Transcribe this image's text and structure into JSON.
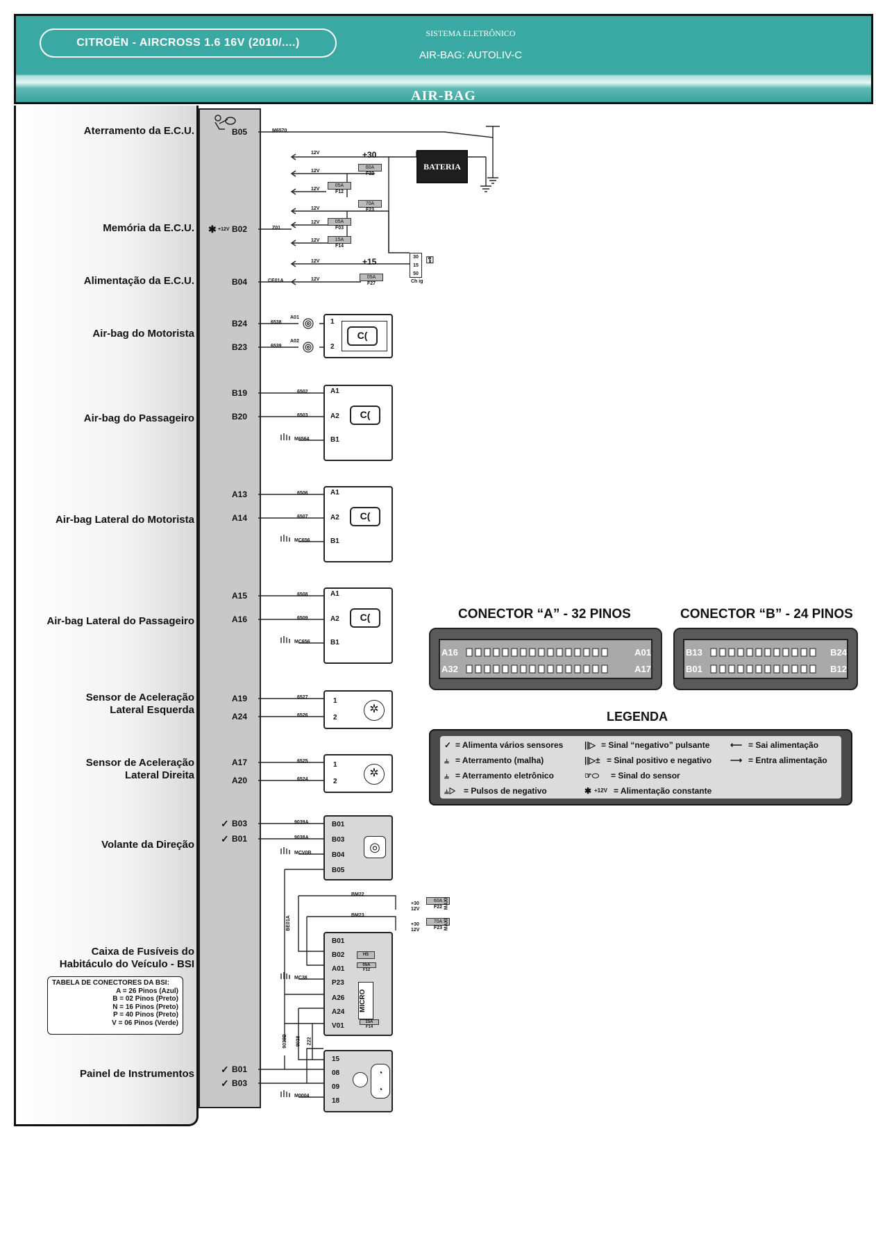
{
  "header": {
    "vehicle": "CITROËN - AIRCROSS   1.6 16V (2010/....)",
    "system": "SISTEMA ELETRÔNICO",
    "module": "AIR-BAG: AUTOLIV-C",
    "section": "AIR-BAG"
  },
  "groups": {
    "ground": "Aterramento da E.C.U.",
    "memory": "Memória da E.C.U.",
    "supply": "Alimentação da E.C.U.",
    "driver": "Air-bag do Motorista",
    "passenger": "Air-bag do Passageiro",
    "side_driver": "Air-bag Lateral do Motorista",
    "side_passenger": "Air-bag Lateral do Passageiro",
    "sensor_left": [
      "Sensor de Aceleração",
      "Lateral Esquerda"
    ],
    "sensor_right": [
      "Sensor de Aceleração",
      "Lateral Direita"
    ],
    "steering": "Volante da Direção",
    "bsi": [
      "Caixa de Fusíveis do",
      "Habitáculo do Veículo - BSI"
    ],
    "panel": "Painel de Instrumentos"
  },
  "pins": {
    "b05": "B05",
    "b02": "B02",
    "b04": "B04",
    "b24": "B24",
    "b23": "B23",
    "b19": "B19",
    "b20": "B20",
    "a13": "A13",
    "a14": "A14",
    "a15": "A15",
    "a16": "A16",
    "a19": "A19",
    "a24": "A24",
    "a17": "A17",
    "a20": "A20",
    "b03": "B03",
    "b01": "B01",
    "b01b": "B01",
    "b03b": "B03"
  },
  "wires": {
    "m6570": "M6570",
    "z01": "Z01",
    "ce01a": "CE01A",
    "w6538": "6538",
    "w6539": "6539",
    "w6502": "6502",
    "w6503": "6503",
    "m6564": "M6564",
    "w6506": "6506",
    "w6507": "6507",
    "mc656a": "MC656",
    "w6508": "6508",
    "w6509": "6509",
    "mc656b": "MC656",
    "w6527": "6527",
    "w6526": "6526",
    "w6525": "6525",
    "w6524": "6524",
    "w9039a": "9039A",
    "w9038a": "9038A",
    "mcv0b": "MCV0B",
    "bm22": "BM22",
    "bm23": "BM23",
    "be01a": "BE01A",
    "mc38": "MC38",
    "w9039b": "9039B",
    "w9038": "9038",
    "z22": "Z22",
    "m0004": "M0004"
  },
  "power": {
    "plus30": "+30",
    "plus15": "+15",
    "v12": "12V",
    "plus12v": "+12V",
    "battery": "BATERIA",
    "chig": "Ch ig",
    "ig30": "30",
    "ig15": "15",
    "ig50": "50",
    "maxi": "MAXI"
  },
  "fuses": {
    "f22": {
      "amp": "60A",
      "name": "F22"
    },
    "f12": {
      "amp": "05A",
      "name": "F12"
    },
    "f23": {
      "amp": "70A",
      "name": "F23"
    },
    "f03": {
      "amp": "05A",
      "name": "F03"
    },
    "f14": {
      "amp": "15A",
      "name": "F14"
    },
    "f27": {
      "amp": "05A",
      "name": "F27"
    },
    "bsi_f22": {
      "amp": "60A",
      "name": "F22"
    },
    "bsi_f23": {
      "amp": "70A",
      "name": "F23"
    },
    "bsi_hs": "HS",
    "bsi_f12": {
      "amp": "05A",
      "name": "F12"
    },
    "bsi_f14": {
      "amp": "15A",
      "name": "F14"
    }
  },
  "components": {
    "a01": "A01",
    "a02": "A02",
    "p1": "1",
    "p2": "2",
    "pa1": "A1",
    "pa2": "A2",
    "pb1": "B1",
    "sw_b01": "B01",
    "sw_b03": "B03",
    "sw_b04": "B04",
    "sw_b05": "B05",
    "bsi_b01": "B01",
    "bsi_b02": "B02",
    "bsi_a01": "A01",
    "bsi_p23": "P23",
    "bsi_a26": "A26",
    "bsi_a24": "A24",
    "bsi_v01": "V01",
    "micro": "MICRO",
    "pn15": "15",
    "pn08": "08",
    "pn09": "09",
    "pn18": "18"
  },
  "bsi_table": {
    "title": "TABELA DE CONECTORES DA BSI:",
    "rows": [
      "A = 26 Pinos (Azul)",
      "B = 02 Pinos (Preto)",
      "N = 16 Pinos (Preto)",
      "P = 40 Pinos (Preto)",
      "V = 06 Pinos (Verde)"
    ]
  },
  "connectors": {
    "a_title": "CONECTOR “A” - 32 PINOS",
    "b_title": "CONECTOR “B” - 24 PINOS",
    "a_tl": "A16",
    "a_tr": "A01",
    "a_bl": "A32",
    "a_br": "A17",
    "b_tl": "B13",
    "b_tr": "B24",
    "b_bl": "B01",
    "b_br": "B12"
  },
  "legend": {
    "title": "LEGENDA",
    "items": [
      "= Alimenta vários sensores",
      "= Sinal “negativo” pulsante",
      "= Sai alimentação",
      "= Aterramento (malha)",
      "= Sinal positivo e negativo",
      "= Entra alimentação",
      "= Aterramento eletrônico",
      "= Sinal do sensor",
      "= Pulsos de negativo",
      "= Alimentação constante"
    ]
  }
}
